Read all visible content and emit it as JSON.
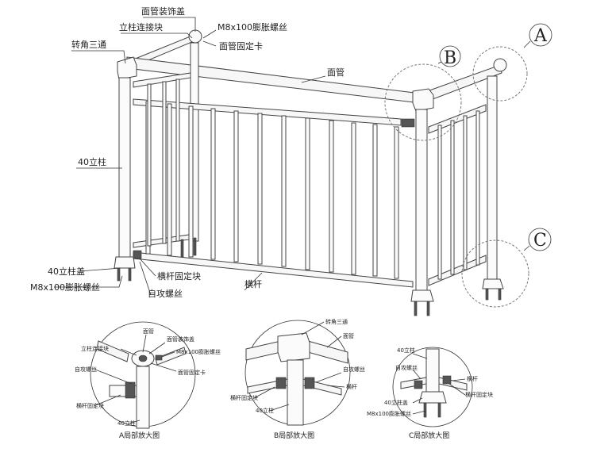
{
  "labels": {
    "cap_cover": "面管装饰盖",
    "post_connector": "立柱连接块",
    "bolt_top": "M8x100膨胀螺丝",
    "rail_clip": "面管固定卡",
    "corner_tee": "转角三通",
    "top_rail": "面管",
    "post40": "40立柱",
    "post_cap": "40立柱盖",
    "bolt_bottom": "M8x100膨胀螺丝",
    "rail_fix_block": "横杆固定块",
    "self_tap_screw": "自攻螺丝",
    "cross_bar": "横杆"
  },
  "callouts": {
    "a": "A",
    "b": "B",
    "c": "C"
  },
  "detail_a": {
    "caption": "A局部放大图",
    "top_rail": "面管",
    "cap_cover": "面管装饰盖",
    "post_connector": "立柱连接块",
    "bolt": "M8x100膨胀螺丝",
    "self_tap_screw": "自攻螺丝",
    "rail_clip": "面管固定卡",
    "rail_fix_block": "横杆固定块",
    "post40": "40立柱"
  },
  "detail_b": {
    "caption": "B局部放大图",
    "corner_tee": "转角三通",
    "top_rail": "面管",
    "self_tap_screw": "自攻螺丝",
    "cross_bar": "横杆",
    "rail_fix_block": "横杆固定块",
    "post40": "40立柱"
  },
  "detail_c": {
    "caption": "C局部放大图",
    "post40": "40立柱",
    "self_tap_screw": "自攻螺丝",
    "cross_bar": "横杆",
    "rail_fix_block": "横杆固定块",
    "post_cap": "40立柱盖",
    "bolt": "M8x100膨胀螺丝"
  }
}
